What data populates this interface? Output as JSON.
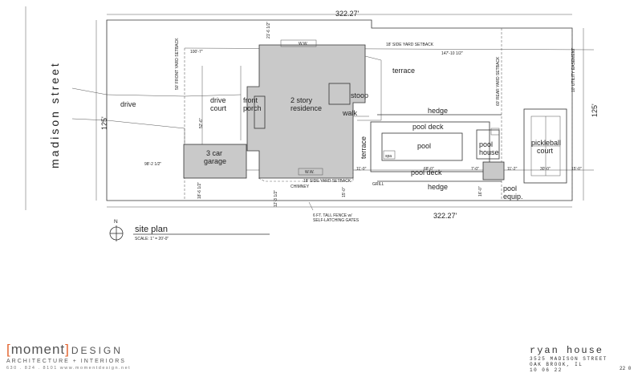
{
  "street": "madison street",
  "dims": {
    "top_length": "322.27'",
    "bottom_length": "322.27'",
    "left_width": "125'",
    "right_width": "125'",
    "front_setback_top": "100'-7\"",
    "rear_run": "147'-10 1/2\"",
    "front_setback_bottom": "98'-2 1/2\"",
    "side_top": "21'-6 1/2\"",
    "side_bottom": "18'-6 1/2\"",
    "porch_depth": "52'-6\"",
    "pool_gap_left": "11'-0\"",
    "pool_gap_mid": "68'-0\"",
    "pool_gap_right": "7'-0\"",
    "court_left": "11'-2\"",
    "court_width": "30'-0\"",
    "court_right": "15'-0\"",
    "equip_offset": "16'-0\"",
    "lower_left": "12'-3 1/2\"",
    "lower_mid": "15'-0\""
  },
  "notes": {
    "front_yard_setback": "50' FRONT YARD SETBACK",
    "side_yard_setback_top": "18' SIDE YARD SETBACK",
    "side_yard_setback_bottom": "18' SIDE YARD SETBACK",
    "rear_yard_setback": "60' REAR YARD SETBACK",
    "utility_easement": "10' UTILITY EASEMENT",
    "fence_1": "6 FT. TALL FENCE w/",
    "fence_2": "SELF-LATCHING GATES",
    "chimney": "CHIMNEY",
    "grill": "GRILL",
    "ww_top": "W.W.",
    "ww_bottom": "W.W."
  },
  "labels": {
    "drive": "drive",
    "drive_court_1": "drive",
    "drive_court_2": "court",
    "front_porch_1": "front",
    "front_porch_2": "porch",
    "residence_1": "2 story",
    "residence_2": "residence",
    "garage_1": "3 car",
    "garage_2": "garage",
    "stoop": "stoop",
    "walk": "walk",
    "terrace_top": "terrace",
    "terrace_side": "terrace",
    "hedge_top": "hedge",
    "hedge_bottom": "hedge",
    "pool_deck_top": "pool deck",
    "pool_deck_bottom": "pool deck",
    "pool": "pool",
    "spa": "spa",
    "pool_house_1": "pool",
    "pool_house_2": "house",
    "pickleball_1": "pickleball",
    "pickleball_2": "court",
    "pool_equip_1": "pool",
    "pool_equip_2": "equip.",
    "north": "N"
  },
  "site_plan": {
    "title": "site plan",
    "scale": "SCALE: 1\" = 20'-0\""
  },
  "firm": {
    "name": "moment",
    "design": "DESIGN",
    "sub": "ARCHITECTURE + INTERIORS",
    "contact": "630 . 824 . 8101  www.momentdesign.net"
  },
  "project": {
    "name": "ryan house",
    "address_1": "3525 MADISON STREET",
    "address_2": "OAK BROOK, IL",
    "date": "10 06 22",
    "sheet": "22 0"
  },
  "colors": {
    "building_fill": "#c9c9c9",
    "brand_accent": "#e2622c"
  }
}
